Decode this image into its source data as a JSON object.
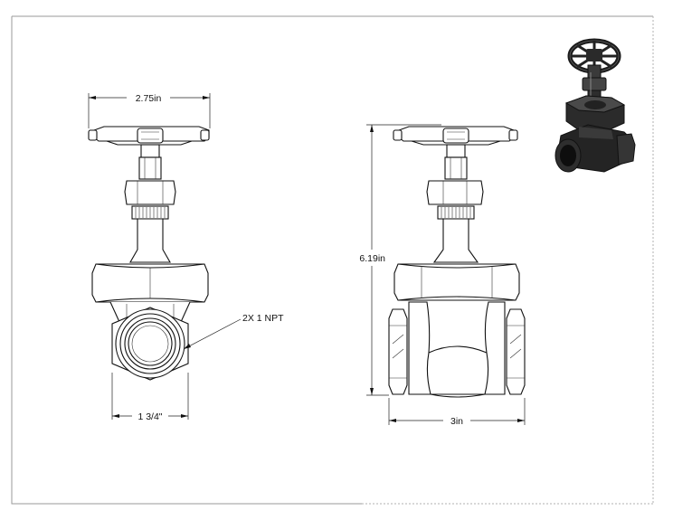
{
  "dimensions": {
    "front_width": "2.75in",
    "front_port": "1 3/4\"",
    "side_height": "6.19in",
    "side_width": "3in"
  },
  "callouts": {
    "port_note": "2X 1 NPT"
  },
  "colors": {
    "line": "#111111",
    "border": "#9a9a9a",
    "iso_dark": "#2a2a2a"
  }
}
